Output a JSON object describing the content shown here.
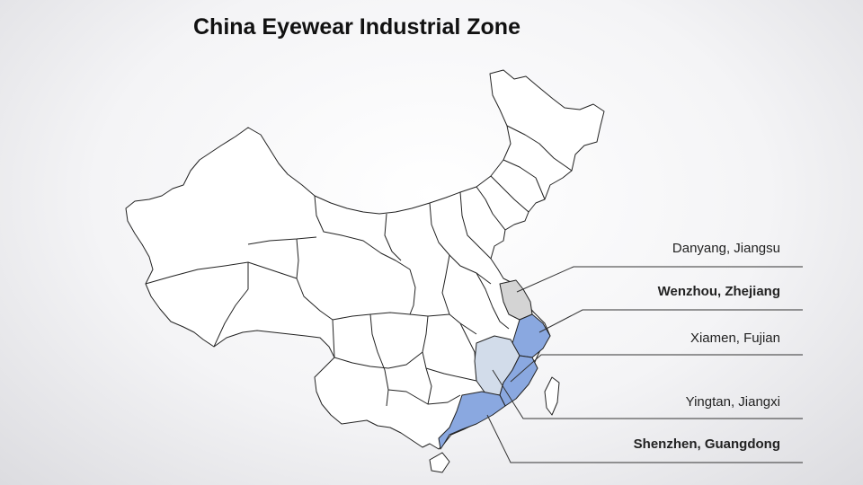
{
  "title": "China Eyewear Industrial Zone",
  "colors": {
    "highlight_blue": "#8aa8e0",
    "highlight_lightblue": "#d2dcea",
    "highlight_gray": "#d4d4d4",
    "map_fill": "#ffffff",
    "border": "#222222"
  },
  "locations": [
    {
      "label": "Danyang, Jiangsu",
      "emphasis": false
    },
    {
      "label": "Wenzhou, Zhejiang",
      "emphasis": true
    },
    {
      "label": "Xiamen, Fujian",
      "emphasis": false
    },
    {
      "label": "Yingtan, Jiangxi",
      "emphasis": false
    },
    {
      "label": "Shenzhen, Guangdong",
      "emphasis": true
    }
  ]
}
